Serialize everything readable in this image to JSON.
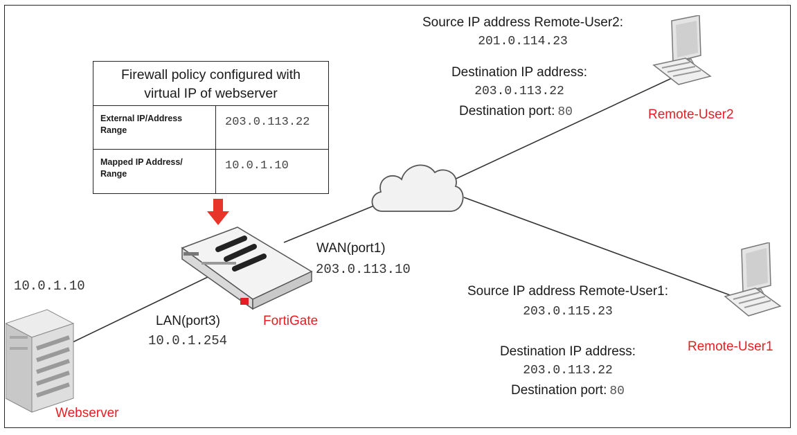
{
  "policy_box": {
    "title_line1": "Firewall policy configured with",
    "title_line2": "virtual IP of webserver",
    "rows": [
      {
        "label": "External IP/Address Range",
        "value": "203.0.113.22"
      },
      {
        "label": "Mapped IP Address/ Range",
        "value": "10.0.1.10"
      }
    ]
  },
  "fortigate": {
    "name": "FortiGate",
    "wan_label": "WAN(port1)",
    "wan_ip": "203.0.113.10",
    "lan_label": "LAN(port3)",
    "lan_ip": "10.0.1.254"
  },
  "webserver": {
    "name": "Webserver",
    "ip": "10.0.1.10"
  },
  "remote_user2": {
    "name": "Remote-User2",
    "source_label": "Source IP address Remote-User2:",
    "source_ip": "201.0.114.23",
    "dest_label": "Destination IP address:",
    "dest_ip": "203.0.113.22",
    "port_label": "Destination port:",
    "port": "80"
  },
  "remote_user1": {
    "name": "Remote-User1",
    "source_label": "Source IP address Remote-User1:",
    "source_ip": "203.0.115.23",
    "dest_label": "Destination IP address:",
    "dest_ip": "203.0.113.22",
    "port_label": "Destination port:",
    "port": "80"
  },
  "colors": {
    "accent_red": "#e31e24",
    "line": "#333333"
  },
  "icons": [
    "server-icon",
    "firewall-appliance-icon",
    "cloud-icon",
    "desktop-computer-icon",
    "down-arrow-icon"
  ]
}
